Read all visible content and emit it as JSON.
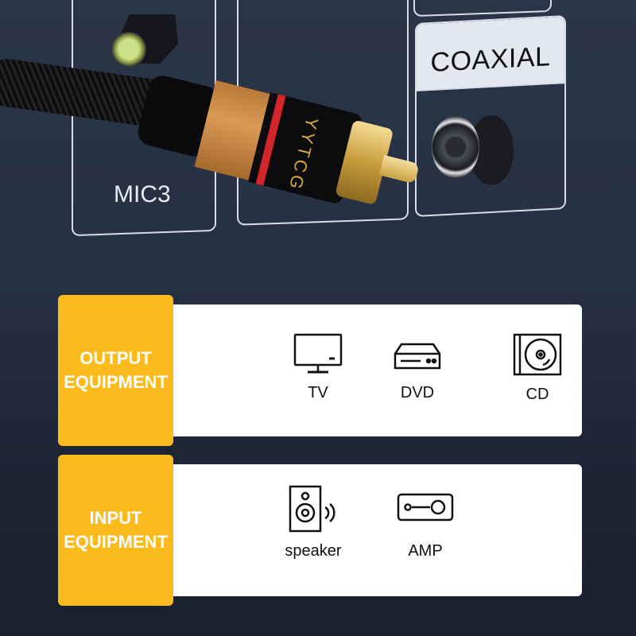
{
  "scene": {
    "panel_labels": {
      "mic": "MIC3",
      "coaxial": "COAXIAL"
    },
    "connector_brand": "YYTCG",
    "colors": {
      "background": "#263043",
      "accent_yellow": "#fbbb1c",
      "connector_red": "#d3262b",
      "connector_copper": "#c8873f",
      "gold": "#d8a642"
    }
  },
  "output_section": {
    "title_line1": "OUTPUT",
    "title_line2": "EQUIPMENT",
    "items": [
      {
        "label": "TV",
        "icon": "tv-icon"
      },
      {
        "label": "DVD",
        "icon": "dvd-player-icon"
      },
      {
        "label": "CD",
        "icon": "cd-icon"
      }
    ]
  },
  "input_section": {
    "title_line1": "INPUT",
    "title_line2": "EQUIPMENT",
    "items": [
      {
        "label": "speaker",
        "icon": "speaker-icon"
      },
      {
        "label": "AMP",
        "icon": "amplifier-icon"
      }
    ]
  }
}
